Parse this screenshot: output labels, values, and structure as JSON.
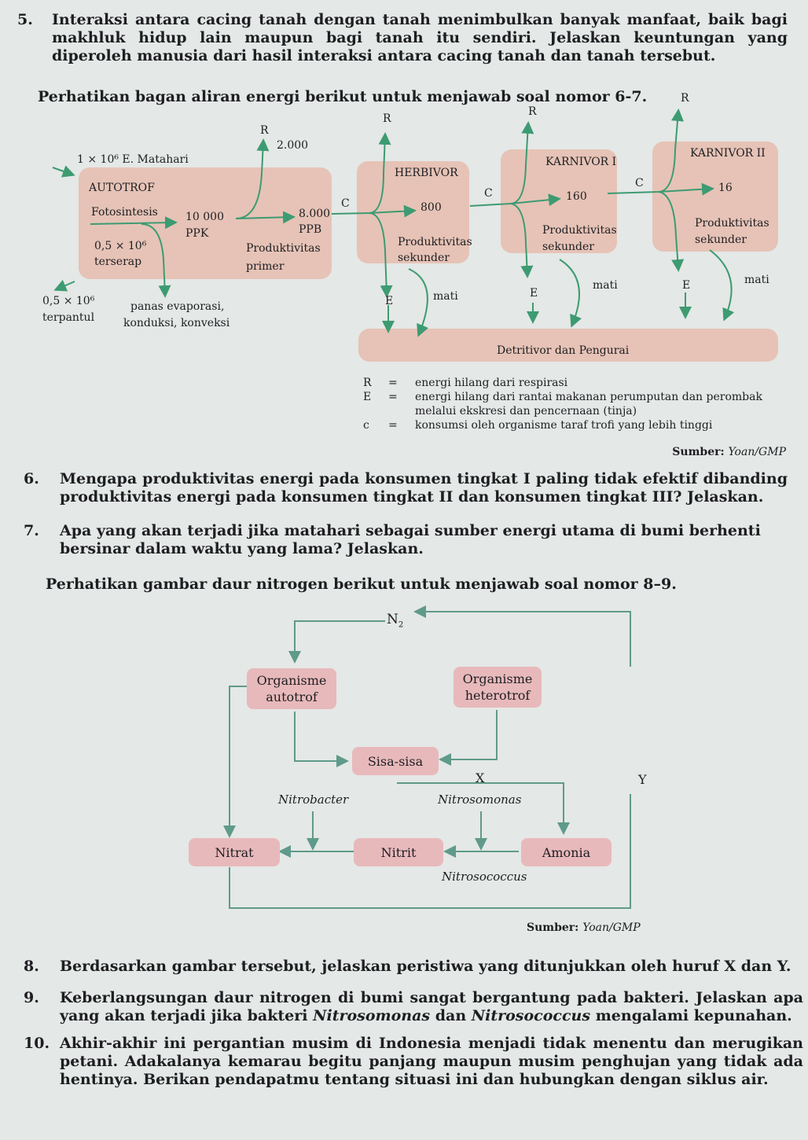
{
  "q5": {
    "num": "5.",
    "text": "Interaksi antara cacing tanah dengan tanah menimbulkan banyak manfaat, baik bagi makhluk hidup lain maupun bagi tanah itu sendiri. Jelaskan keuntungan yang diperoleh manusia dari hasil interaksi antara cacing tanah dan tanah tersebut."
  },
  "energy_heading": "Perhatikan bagan aliran energi berikut untuk menjawab soal nomor 6-7.",
  "energy": {
    "sun": "1 × 10⁶ E. Matahari",
    "autotrof": "AUTOTROF",
    "fotosintesis": "Fotosintesis",
    "ppk_value": "10 000",
    "ppk": "PPK",
    "absorbed_value": "0,5 × 10⁶",
    "absorbed": "terserap",
    "reflected_value": "0,5 × 10⁶",
    "reflected": "terpantul",
    "heat": "panas evaporasi,",
    "heat2": "konduksi, konveksi",
    "r_auto_value": "2.000",
    "ppb_value": "8.000",
    "ppb": "PPB",
    "primer1": "Produktivitas",
    "primer2": "primer",
    "herbivor": "HERBIVOR",
    "herbivor_value": "800",
    "karnivor1": "KARNIVOR I",
    "karnivor1_value": "160",
    "karnivor2": "KARNIVOR II",
    "karnivor2_value": "16",
    "sekunder1": "Produktivitas",
    "sekunder2": "sekunder",
    "R": "R",
    "E": "E",
    "C": "C",
    "mati": "mati",
    "detritivor": "Detritivor dan Pengurai"
  },
  "legend": [
    {
      "key": "R",
      "eq": "=",
      "text": "energi hilang dari respirasi"
    },
    {
      "key": "E",
      "eq": "=",
      "text": "energi hilang dari rantai makanan perumputan dan perombak"
    },
    {
      "key": "",
      "eq": "",
      "text": "melalui ekskresi dan pencernaan (tinja)"
    },
    {
      "key": "c",
      "eq": "=",
      "text": "konsumsi oleh organisme taraf trofi yang lebih tinggi"
    }
  ],
  "source_label": "Sumber:",
  "source_value": "Yoan/GMP",
  "q6": {
    "num": "6.",
    "text": "Mengapa produktivitas energi pada konsumen tingkat I paling tidak efektif dibanding produktivitas energi pada konsumen tingkat II dan konsumen tingkat III? Jelaskan."
  },
  "q7": {
    "num": "7.",
    "text": "Apa yang akan terjadi jika matahari sebagai sumber energi utama di bumi berhenti bersinar dalam waktu yang lama? Jelaskan."
  },
  "nitrogen_heading": "Perhatikan gambar daur nitrogen berikut untuk menjawab soal nomor 8–9.",
  "nitrogen": {
    "n2": "N",
    "n2_sub": "2",
    "autotrof1": "Organisme",
    "autotrof2": "autotrof",
    "heterotrof1": "Organisme",
    "heterotrof2": "heterotrof",
    "sisa": "Sisa-sisa",
    "x": "X",
    "y": "Y",
    "nitrobacter": "Nitrobacter",
    "nitrosomonas": "Nitrosomonas",
    "nitrat": "Nitrat",
    "nitrit": "Nitrit",
    "amonia": "Amonia",
    "nitrosococcus": "Nitrosococcus"
  },
  "q8": {
    "num": "8.",
    "text": "Berdasarkan gambar tersebut, jelaskan peristiwa yang ditunjukkan oleh huruf X dan Y."
  },
  "q9": {
    "num": "9.",
    "text_a": "Keberlangsungan daur nitrogen di bumi sangat bergantung pada bakteri. Jelaskan apa yang akan terjadi jika bakteri ",
    "italic1": "Nitrosomonas",
    "text_b": " dan ",
    "italic2": "Nitrosococcus",
    "text_c": " mengalami kepunahan."
  },
  "q10": {
    "num": "10.",
    "text": "Akhir-akhir ini pergantian musim di Indonesia menjadi tidak menentu dan merugikan petani. Adakalanya kemarau begitu panjang maupun musim penghujan yang tidak ada hentinya. Berikan pendapatmu tentang situasi ini dan hubungkan dengan siklus air."
  }
}
